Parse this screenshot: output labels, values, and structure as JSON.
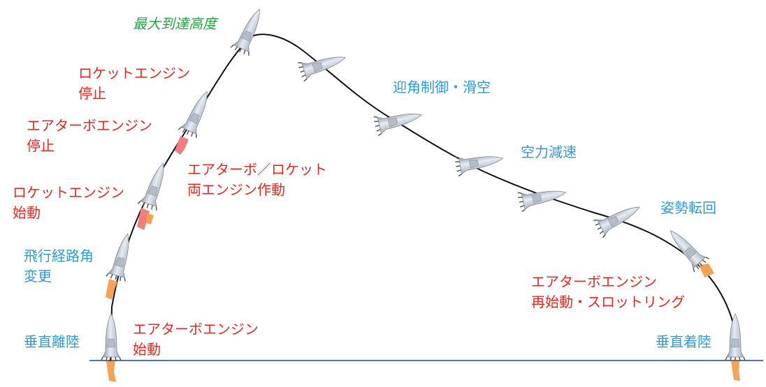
{
  "colors": {
    "event": "#e8261e",
    "phase": "#2f9ad4",
    "apex": "#27a044",
    "ground": "#4f74a8",
    "trajectory": "#111111",
    "flame": "#f4a257",
    "flame_dual": "#ef7f7f"
  },
  "labels": {
    "apex": [
      "最大到達高度"
    ],
    "rocket_stop": [
      "ロケットエンジン",
      "停止"
    ],
    "airturbo_stop": [
      "エアターボエンジン",
      "停止"
    ],
    "dual_engine": [
      "エアターボ／ロケット",
      "両エンジン作動"
    ],
    "rocket_start": [
      "ロケットエンジン",
      "始動"
    ],
    "path_angle": [
      "飛行経路角",
      "変更"
    ],
    "vertical_takeoff": [
      "垂直離陸"
    ],
    "airturbo_start": [
      "エアターボエンジン",
      "始動"
    ],
    "glide": [
      "迎角制御・滑空"
    ],
    "aero_decel": [
      "空力減速"
    ],
    "attitude_turn": [
      "姿勢転回"
    ],
    "airturbo_restart": [
      "エアターボエンジン",
      "再始動・スロットリング"
    ],
    "vertical_landing": [
      "垂直着陸"
    ]
  }
}
